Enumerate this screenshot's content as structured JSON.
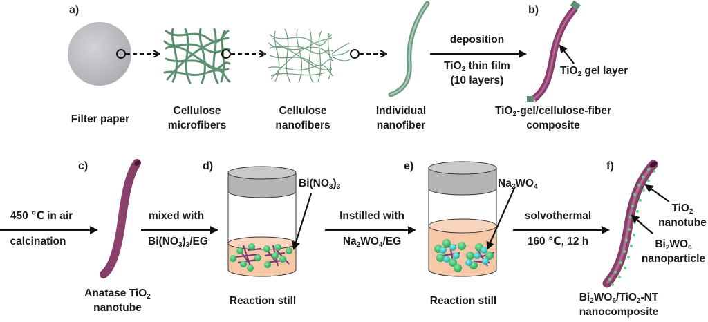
{
  "panels": {
    "a": "a)",
    "b": "b)",
    "c": "c)",
    "d": "d)",
    "e": "e)",
    "f": "f)"
  },
  "top_row": {
    "filter_paper": "Filter paper",
    "microfibers": [
      "Cellulose",
      "microfibers"
    ],
    "nanofibers": [
      "Cellulose",
      "nanofibers"
    ],
    "individual": [
      "Individual",
      "nanofiber"
    ],
    "step_deposition": {
      "above": "deposition",
      "below_line1_pre": "TiO",
      "below_line1_sub": "2",
      "below_line1_post": " thin film",
      "below_line2": "(10 layers)"
    },
    "gel_layer": {
      "pre": "TiO",
      "sub": "2",
      "post": " gel layer"
    },
    "composite": {
      "pre": "TiO",
      "sub": "2",
      "post": "-gel/cellulose-fiber",
      "line2": "composite"
    }
  },
  "bottom_row": {
    "step_calcination": {
      "above": "450 ℃ in air",
      "below": "calcination"
    },
    "anatase": {
      "pre": "Anatase TiO",
      "sub": "2",
      "line2": "nanotube"
    },
    "step_mixed": {
      "above": "mixed with",
      "below_pre": "Bi(NO",
      "below_sub": "3",
      "below_mid": ")",
      "below_sub2": "3",
      "below_post": "/EG"
    },
    "bi_no3": {
      "pre": "Bi(NO",
      "sub": "3",
      "mid": ")",
      "sub2": "3"
    },
    "reaction_still_d": "Reaction still",
    "step_instilled": {
      "above": "Instilled with",
      "below_pre": "Na",
      "below_sub": "2",
      "below_mid": "WO",
      "below_sub2": "4",
      "below_post": "/EG"
    },
    "na2wo4": {
      "pre": "Na",
      "sub": "2",
      "mid": "WO",
      "sub2": "4"
    },
    "reaction_still_e": "Reaction still",
    "step_solvothermal": {
      "above": "solvothermal",
      "below": "160 ℃, 12 h"
    },
    "tio2_nanotube": {
      "pre": "TiO",
      "sub": "2",
      "line2": "nanotube"
    },
    "bi2wo6": {
      "pre": "Bi",
      "sub": "2",
      "mid": "WO",
      "sub2": "6",
      "line2": "nanoparticle"
    },
    "final": {
      "a": "Bi",
      "s1": "2",
      "b": "WO",
      "s2": "6",
      "c": "/TiO",
      "s3": "2",
      "d": "-NT",
      "line2": "nanocomposite"
    }
  },
  "colors": {
    "fiber_green": "#5e8f6e",
    "nanofiber_green": "#7aa88a",
    "tio2_purple": "#8a3f6a",
    "liquid": "#f6c7a8",
    "particle_green": "#3fbf6a",
    "particle_cyan": "#2ec4c4",
    "lid_gray": "#b8b8b8"
  }
}
